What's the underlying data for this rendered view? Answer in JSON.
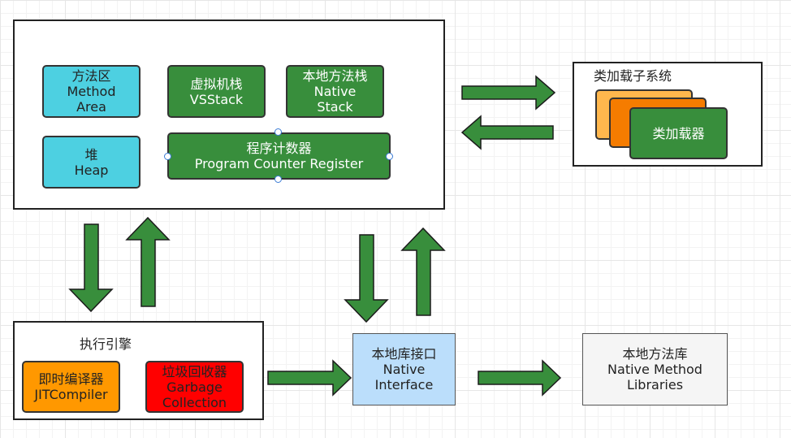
{
  "runtime_area": {
    "method_area": {
      "line1": "方法区",
      "line2": "Method",
      "line3": "Area"
    },
    "heap": {
      "line1": "堆",
      "line2": "Heap"
    },
    "vm_stack": {
      "line1": "虚拟机栈",
      "line2": "VSStack"
    },
    "native_stack": {
      "line1": "本地方法栈",
      "line2": "Native",
      "line3": "Stack"
    },
    "pc_register": {
      "line1": "程序计数器",
      "line2": "Program Counter Register"
    }
  },
  "class_loader_subsystem": {
    "title": "类加载子系统",
    "loader_label": "类加载器"
  },
  "execution_engine": {
    "title": "执行引擎",
    "jit": {
      "line1": "即时编译器",
      "line2": "JITCompiler"
    },
    "gc": {
      "line1": "垃圾回收器",
      "line2": "Garbage",
      "line3": "Collection"
    }
  },
  "native_interface": {
    "line1": "本地库接口",
    "line2": "Native",
    "line3": "Interface"
  },
  "native_libraries": {
    "line1": "本地方法库",
    "line2": "Native Method",
    "line3": "Libraries"
  },
  "colors": {
    "arrow": "#388e3c",
    "green_box": "#388e3c",
    "cyan_box": "#4dd0e1",
    "orange_box": "#ff9800",
    "red_box": "#ff0000",
    "blue_box": "#bbdefb",
    "grey_box": "#f5f5f5"
  }
}
